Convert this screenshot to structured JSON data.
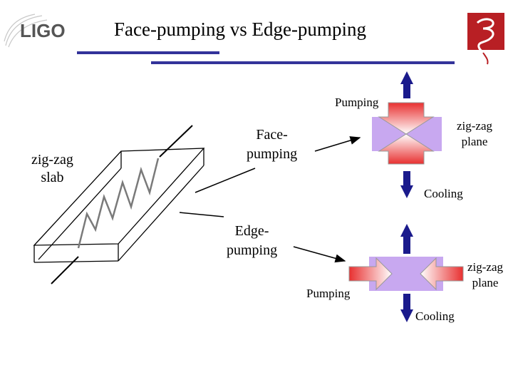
{
  "header": {
    "logo_text": "LIGO",
    "title": "Face-pumping vs Edge-pumping"
  },
  "diagram": {
    "slab_label": "zig-zag\nslab",
    "face_pumping_label": "Face-\npumping",
    "edge_pumping_label": "Edge-\npumping",
    "top_pumping_label": "Pumping",
    "top_cooling_label": "Cooling",
    "top_plane_label": "zig-zag\nplane",
    "bottom_pumping_label": "Pumping",
    "bottom_cooling_label": "Cooling",
    "bottom_plane_label": "zig-zag\nplane"
  },
  "colors": {
    "title_rule": "#33339a",
    "arrow_blue": "#1a1a8c",
    "pump_red": "#e83030",
    "slab_fill": "#c8a8f0",
    "logo_red": "#b81f24"
  }
}
